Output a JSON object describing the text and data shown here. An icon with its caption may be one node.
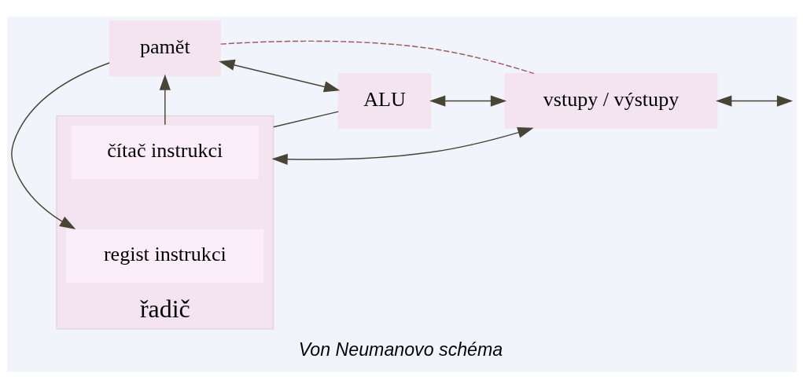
{
  "diagram": {
    "caption": "Von Neumanovo schéma",
    "nodes": [
      {
        "text": [
          "pamět"
        ]
      },
      {
        "text": [
          "řadič"
        ]
      },
      {
        "text": [
          "čítač instrukci"
        ],
        "in": 1
      },
      {
        "text": [
          "regist instrukci"
        ],
        "in": 1
      },
      {
        "text": [
          "ALU"
        ]
      },
      {
        "text": [
          "vstupy / výstupy"
        ]
      }
    ],
    "edges": [
      {
        "from": 2,
        "to": 0,
        "arrow": "to"
      },
      {
        "from": 0,
        "to": 3,
        "arrow": "to"
      },
      {
        "from": 0,
        "to": 4,
        "arrow": "both"
      },
      {
        "from": 1,
        "to": 4,
        "arrow": "none"
      },
      {
        "from": 4,
        "to": 5,
        "arrow": "both"
      },
      {
        "from": 0,
        "to": 5,
        "arrow": "none",
        "style": "dashed",
        "color": "#a05a5a"
      },
      {
        "from": 5,
        "to": 1,
        "arrow": "both"
      },
      {
        "from": 5,
        "to": null,
        "arrow": "both"
      }
    ]
  }
}
